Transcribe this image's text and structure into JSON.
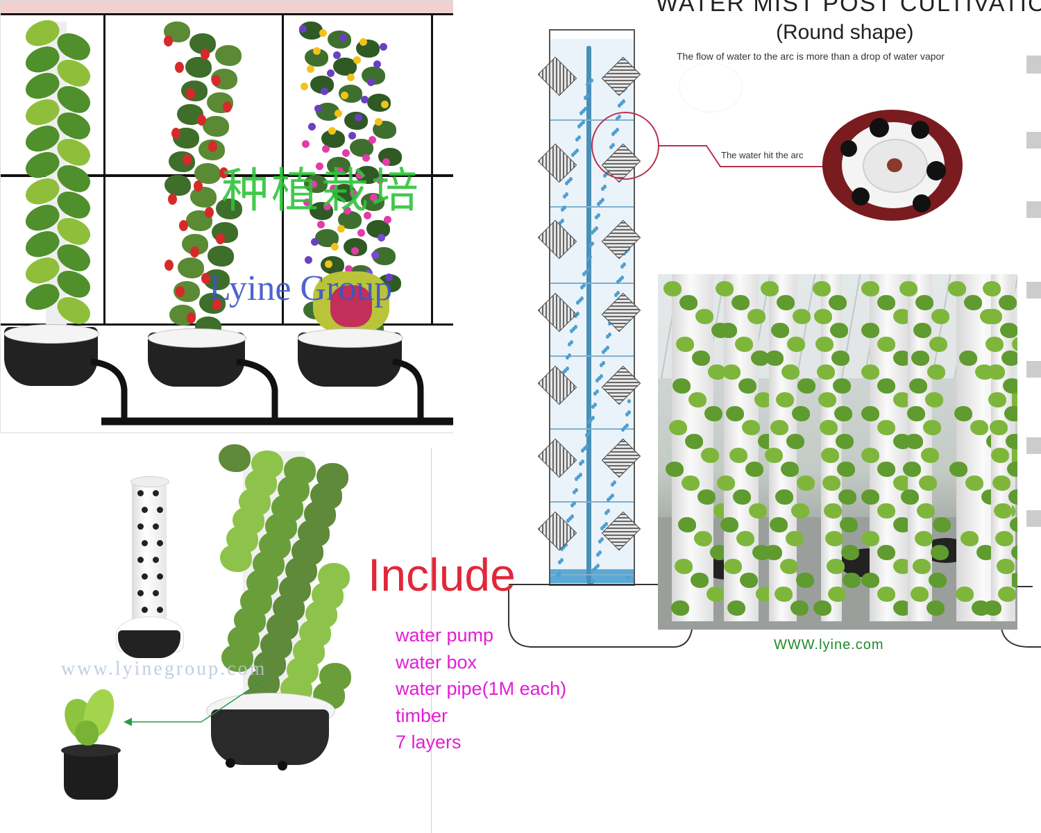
{
  "top_left": {
    "overlay_cn": "种植栽培",
    "overlay_en": "Lyine Group"
  },
  "diagram": {
    "title_line1": "WATER MIST POST CULTIVATION",
    "title_line2": "(Round shape)",
    "subtitle": "The flow of water to the arc is more than a drop of water vapor",
    "callout": "The water hit the arc"
  },
  "photo": {
    "website": "WWW.lyine.com"
  },
  "product": {
    "watermark": "www.lyinegroup.com"
  },
  "include": {
    "heading": "Include",
    "items": [
      "water pump",
      "water box",
      "water pipe(1M each)",
      "timber",
      "7 layers"
    ]
  },
  "colors": {
    "include_heading": "#e0283a",
    "include_items": "#e41bd8",
    "website": "#1f8a2a",
    "overlay_cn": "#2ec43a",
    "overlay_en": "#3a55c8",
    "callout_line": "#b8304f"
  }
}
